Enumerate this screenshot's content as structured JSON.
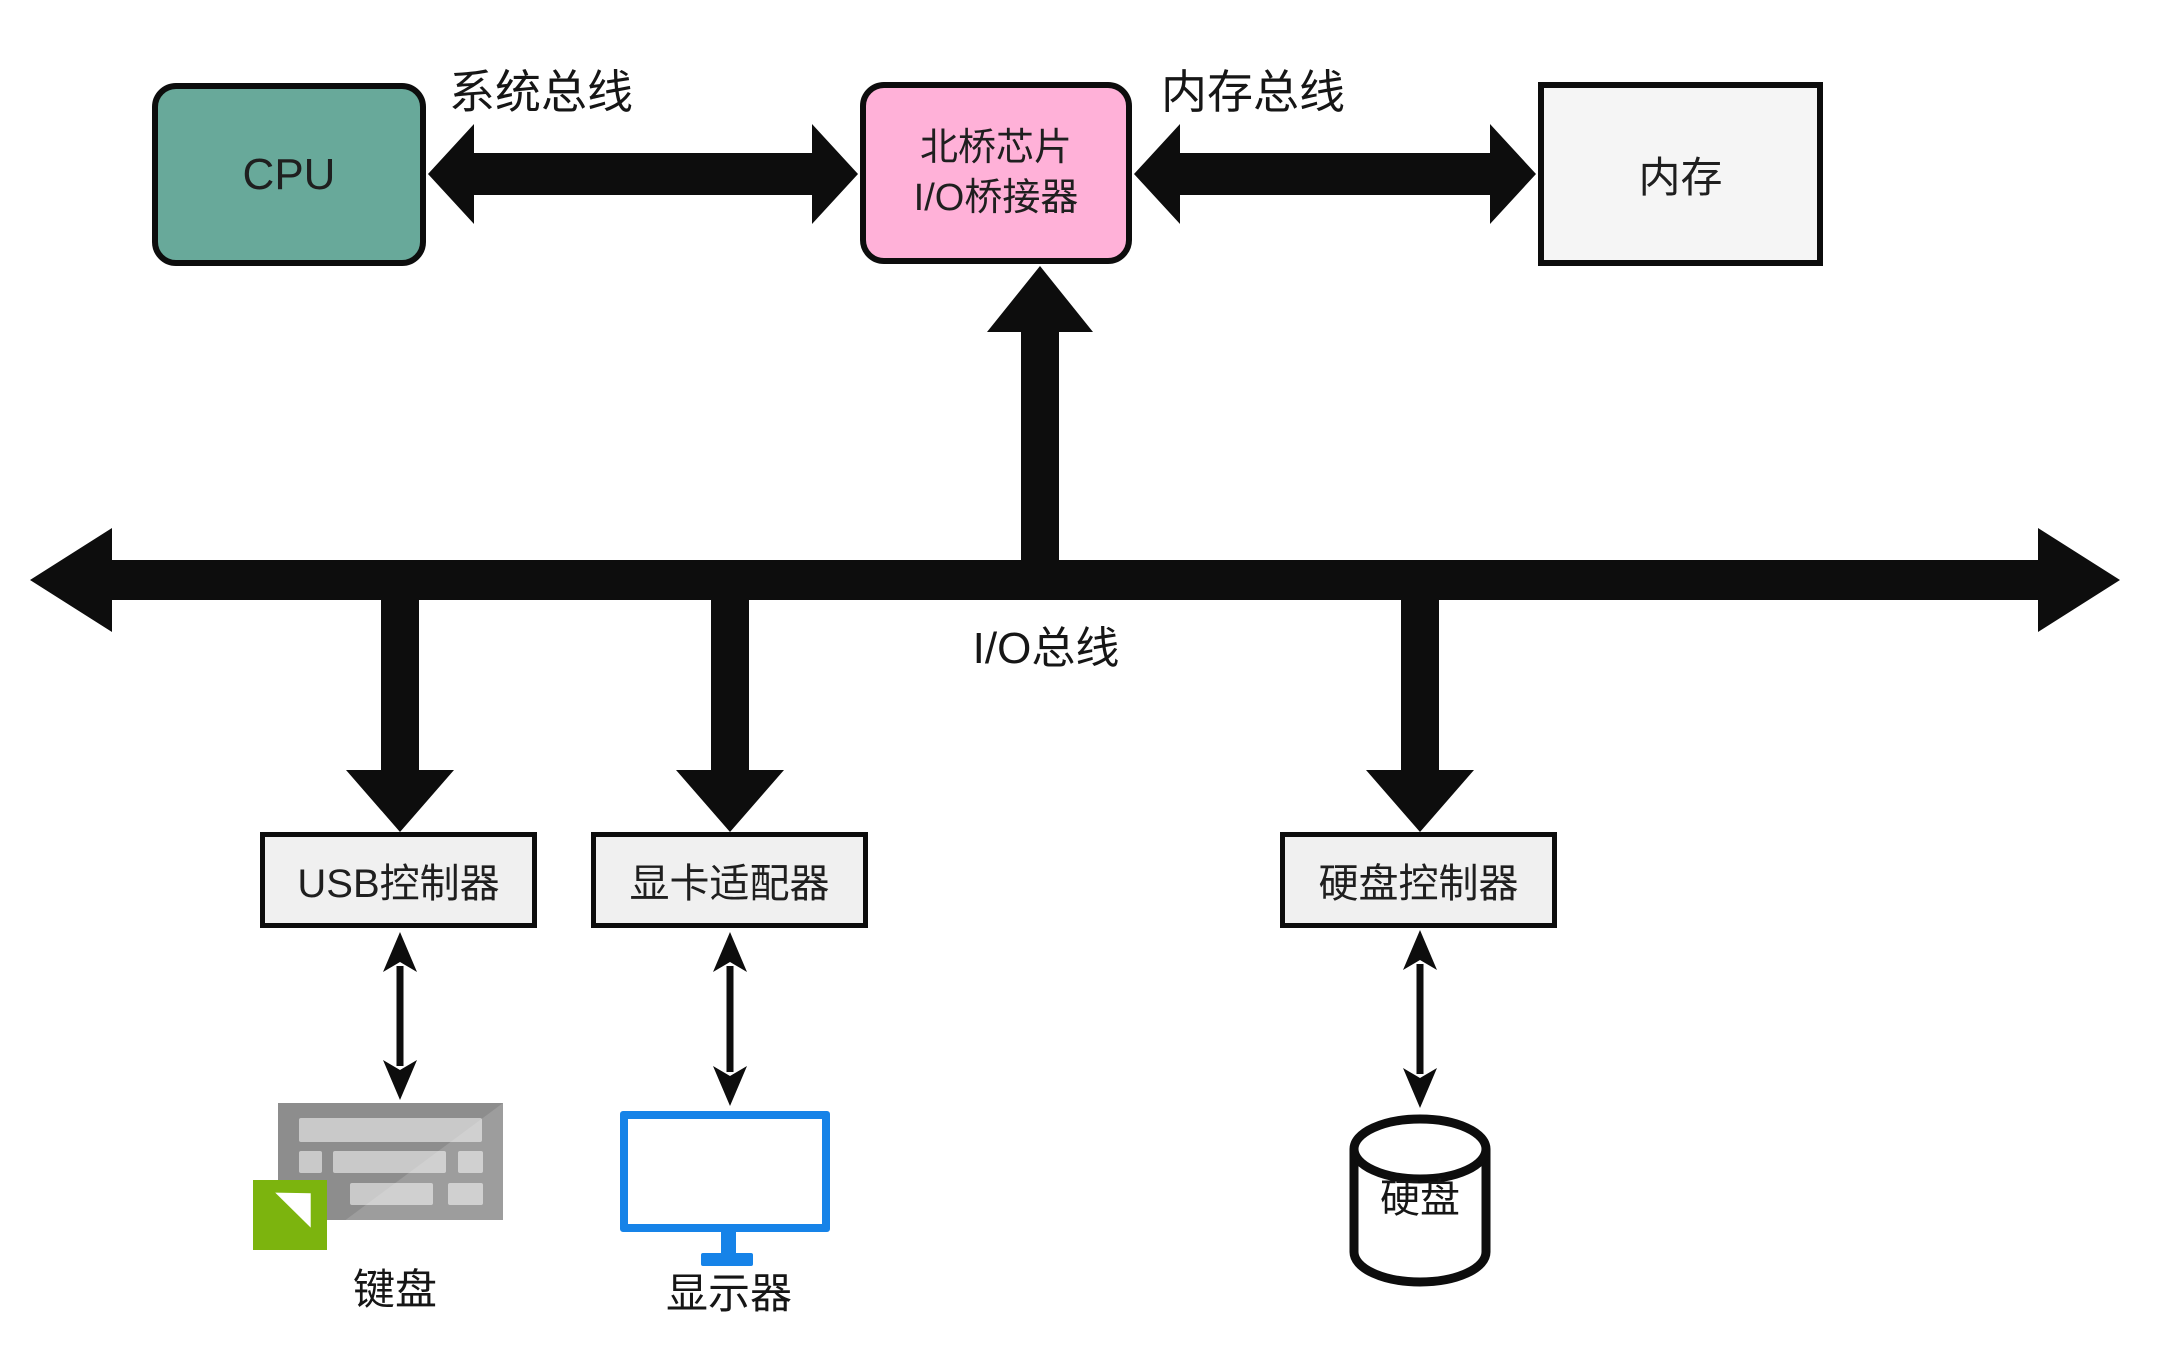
{
  "nodes": {
    "cpu": "CPU",
    "northbridge_line1": "北桥芯片",
    "northbridge_line2": "I/O桥接器",
    "memory": "内存",
    "usb_controller": "USB控制器",
    "graphics_adapter": "显卡适配器",
    "disk_controller": "硬盘控制器",
    "keyboard": "键盘",
    "monitor": "显示器",
    "disk": "硬盘"
  },
  "buses": {
    "system": "系统总线",
    "memory": "内存总线",
    "io": "I/O总线"
  },
  "colors": {
    "cpu_fill": "#68a99a",
    "northbridge_fill": "#ffb1d8",
    "memory_fill": "#f5f5f5",
    "controller_fill": "#f0f0f0",
    "line_black": "#0d0d0d",
    "monitor_blue": "#1683e8",
    "keyboard_gray": "#8d8d8d",
    "keyboard_key": "#c9c9c9",
    "badge_green": "#7cb40e",
    "text_dark": "#1f1f1f"
  }
}
